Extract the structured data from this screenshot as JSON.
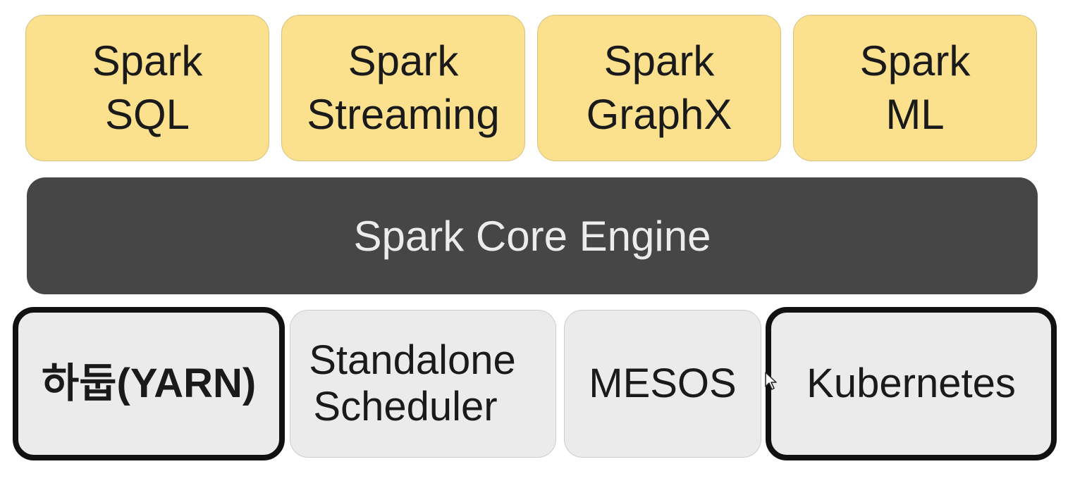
{
  "libraries": [
    {
      "line1": "Spark",
      "line2": "SQL"
    },
    {
      "line1": "Spark",
      "line2": "Streaming"
    },
    {
      "line1": "Spark",
      "line2": "GraphX"
    },
    {
      "line1": "Spark",
      "line2": "ML"
    }
  ],
  "core": {
    "label": "Spark Core Engine"
  },
  "cluster_managers": [
    {
      "line1": "하둡(YARN)",
      "highlighted": true
    },
    {
      "line1": "Standalone",
      "line2": "Scheduler",
      "highlighted": false
    },
    {
      "line1": "MESOS",
      "highlighted": false
    },
    {
      "line1": "Kubernetes",
      "highlighted": true
    }
  ],
  "colors": {
    "library_fill": "#fbe18e",
    "core_fill": "#464646",
    "manager_fill": "#ebebeb",
    "highlight_border": "#111111"
  }
}
